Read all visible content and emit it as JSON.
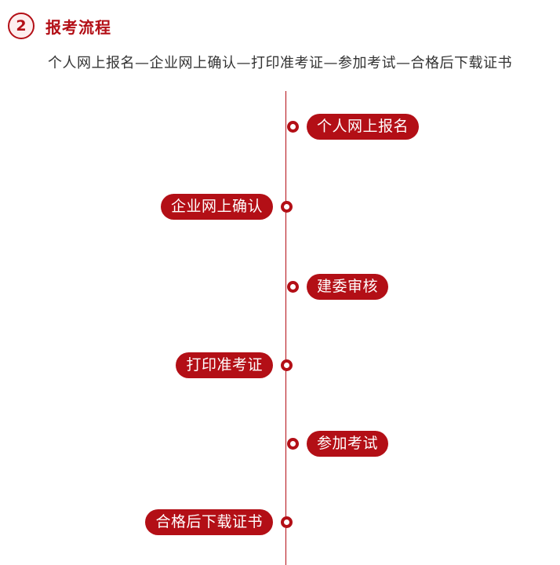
{
  "header": {
    "step_number": "2",
    "title": "报考流程"
  },
  "summary": "个人网上报名—企业网上确认—打印准考证—参加考试—合格后下载证书",
  "timeline": {
    "steps": [
      {
        "label": "个人网上报名",
        "side": "right"
      },
      {
        "label": "企业网上确认",
        "side": "left"
      },
      {
        "label": "建委审核",
        "side": "right"
      },
      {
        "label": "打印准考证",
        "side": "left"
      },
      {
        "label": "参加考试",
        "side": "right"
      },
      {
        "label": "合格后下载证书",
        "side": "left"
      }
    ]
  },
  "colors": {
    "accent": "#b30f16",
    "text": "#333333"
  }
}
